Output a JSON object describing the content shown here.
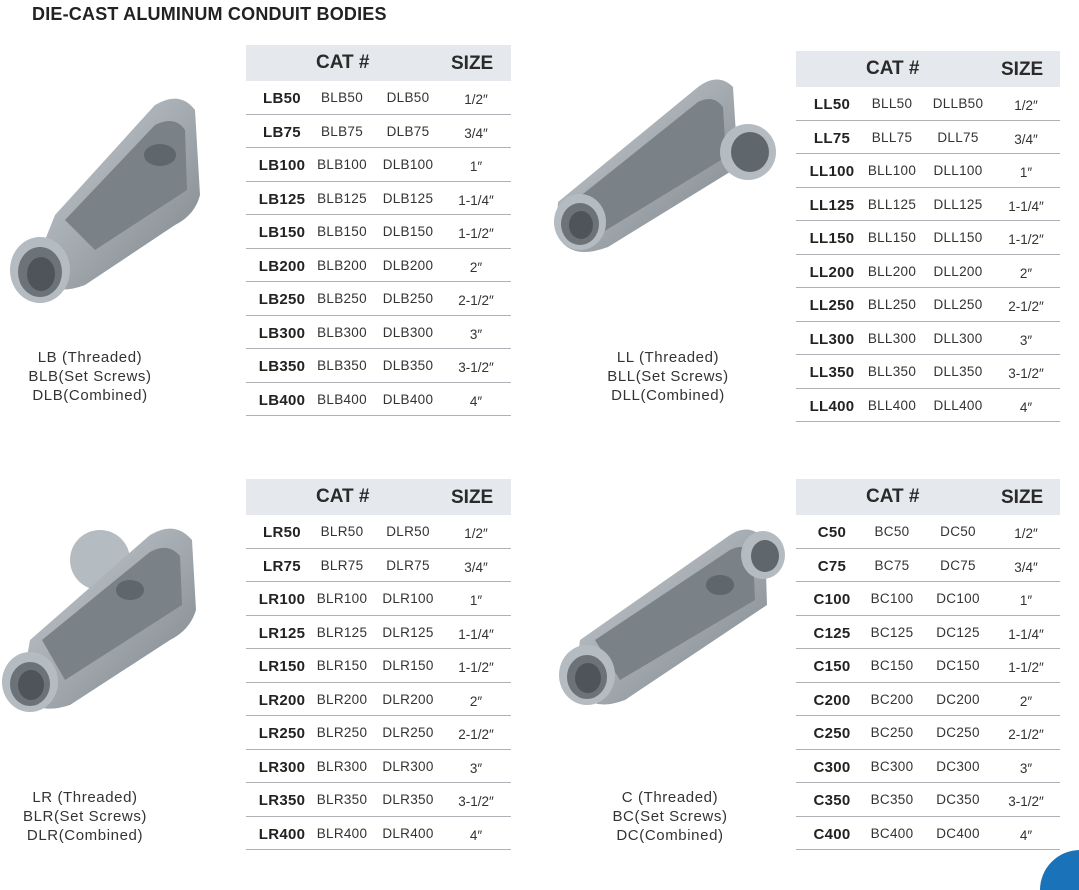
{
  "page": {
    "title": "DIE-CAST ALUMINUM CONDUIT BODIES"
  },
  "colors": {
    "header_bg": "#e5e8ec",
    "row_rule": "#aeb2b6",
    "metal": "#a9b0b6",
    "corner_accent": "#1a73b8"
  },
  "header": {
    "cat": "CAT #",
    "size": "SIZE"
  },
  "groups": [
    {
      "id": "lb",
      "captions": [
        "LB (Threaded)",
        "BLB(Set Screws)",
        "DLB(Combined)"
      ],
      "rows": [
        [
          "LB50",
          "BLB50",
          "DLB50",
          "1/2″"
        ],
        [
          "LB75",
          "BLB75",
          "DLB75",
          "3/4″"
        ],
        [
          "LB100",
          "BLB100",
          "DLB100",
          "1″"
        ],
        [
          "LB125",
          "BLB125",
          "DLB125",
          "1-1/4″"
        ],
        [
          "LB150",
          "BLB150",
          "DLB150",
          "1-1/2″"
        ],
        [
          "LB200",
          "BLB200",
          "DLB200",
          "2″"
        ],
        [
          "LB250",
          "BLB250",
          "DLB250",
          "2-1/2″"
        ],
        [
          "LB300",
          "BLB300",
          "DLB300",
          "3″"
        ],
        [
          "LB350",
          "BLB350",
          "DLB350",
          "3-1/2″"
        ],
        [
          "LB400",
          "BLB400",
          "DLB400",
          "4″"
        ]
      ]
    },
    {
      "id": "ll",
      "captions": [
        "LL (Threaded)",
        "BLL(Set Screws)",
        "DLL(Combined)"
      ],
      "rows": [
        [
          "LL50",
          "BLL50",
          "DLLB50",
          "1/2″"
        ],
        [
          "LL75",
          "BLL75",
          "DLL75",
          "3/4″"
        ],
        [
          "LL100",
          "BLL100",
          "DLL100",
          "1″"
        ],
        [
          "LL125",
          "BLL125",
          "DLL125",
          "1-1/4″"
        ],
        [
          "LL150",
          "BLL150",
          "DLL150",
          "1-1/2″"
        ],
        [
          "LL200",
          "BLL200",
          "DLL200",
          "2″"
        ],
        [
          "LL250",
          "BLL250",
          "DLL250",
          "2-1/2″"
        ],
        [
          "LL300",
          "BLL300",
          "DLL300",
          "3″"
        ],
        [
          "LL350",
          "BLL350",
          "DLL350",
          "3-1/2″"
        ],
        [
          "LL400",
          "BLL400",
          "DLL400",
          "4″"
        ]
      ]
    },
    {
      "id": "lr",
      "captions": [
        "LR (Threaded)",
        "BLR(Set Screws)",
        "DLR(Combined)"
      ],
      "rows": [
        [
          "LR50",
          "BLR50",
          "DLR50",
          "1/2″"
        ],
        [
          "LR75",
          "BLR75",
          "DLR75",
          "3/4″"
        ],
        [
          "LR100",
          "BLR100",
          "DLR100",
          "1″"
        ],
        [
          "LR125",
          "BLR125",
          "DLR125",
          "1-1/4″"
        ],
        [
          "LR150",
          "BLR150",
          "DLR150",
          "1-1/2″"
        ],
        [
          "LR200",
          "BLR200",
          "DLR200",
          "2″"
        ],
        [
          "LR250",
          "BLR250",
          "DLR250",
          "2-1/2″"
        ],
        [
          "LR300",
          "BLR300",
          "DLR300",
          "3″"
        ],
        [
          "LR350",
          "BLR350",
          "DLR350",
          "3-1/2″"
        ],
        [
          "LR400",
          "BLR400",
          "DLR400",
          "4″"
        ]
      ]
    },
    {
      "id": "c",
      "captions": [
        "C (Threaded)",
        "BC(Set Screws)",
        "DC(Combined)"
      ],
      "rows": [
        [
          "C50",
          "BC50",
          "DC50",
          "1/2″"
        ],
        [
          "C75",
          "BC75",
          "DC75",
          "3/4″"
        ],
        [
          "C100",
          "BC100",
          "DC100",
          "1″"
        ],
        [
          "C125",
          "BC125",
          "DC125",
          "1-1/4″"
        ],
        [
          "C150",
          "BC150",
          "DC150",
          "1-1/2″"
        ],
        [
          "C200",
          "BC200",
          "DC200",
          "2″"
        ],
        [
          "C250",
          "BC250",
          "DC250",
          "2-1/2″"
        ],
        [
          "C300",
          "BC300",
          "DC300",
          "3″"
        ],
        [
          "C350",
          "BC350",
          "DC350",
          "3-1/2″"
        ],
        [
          "C400",
          "BC400",
          "DC400",
          "4″"
        ]
      ]
    }
  ]
}
